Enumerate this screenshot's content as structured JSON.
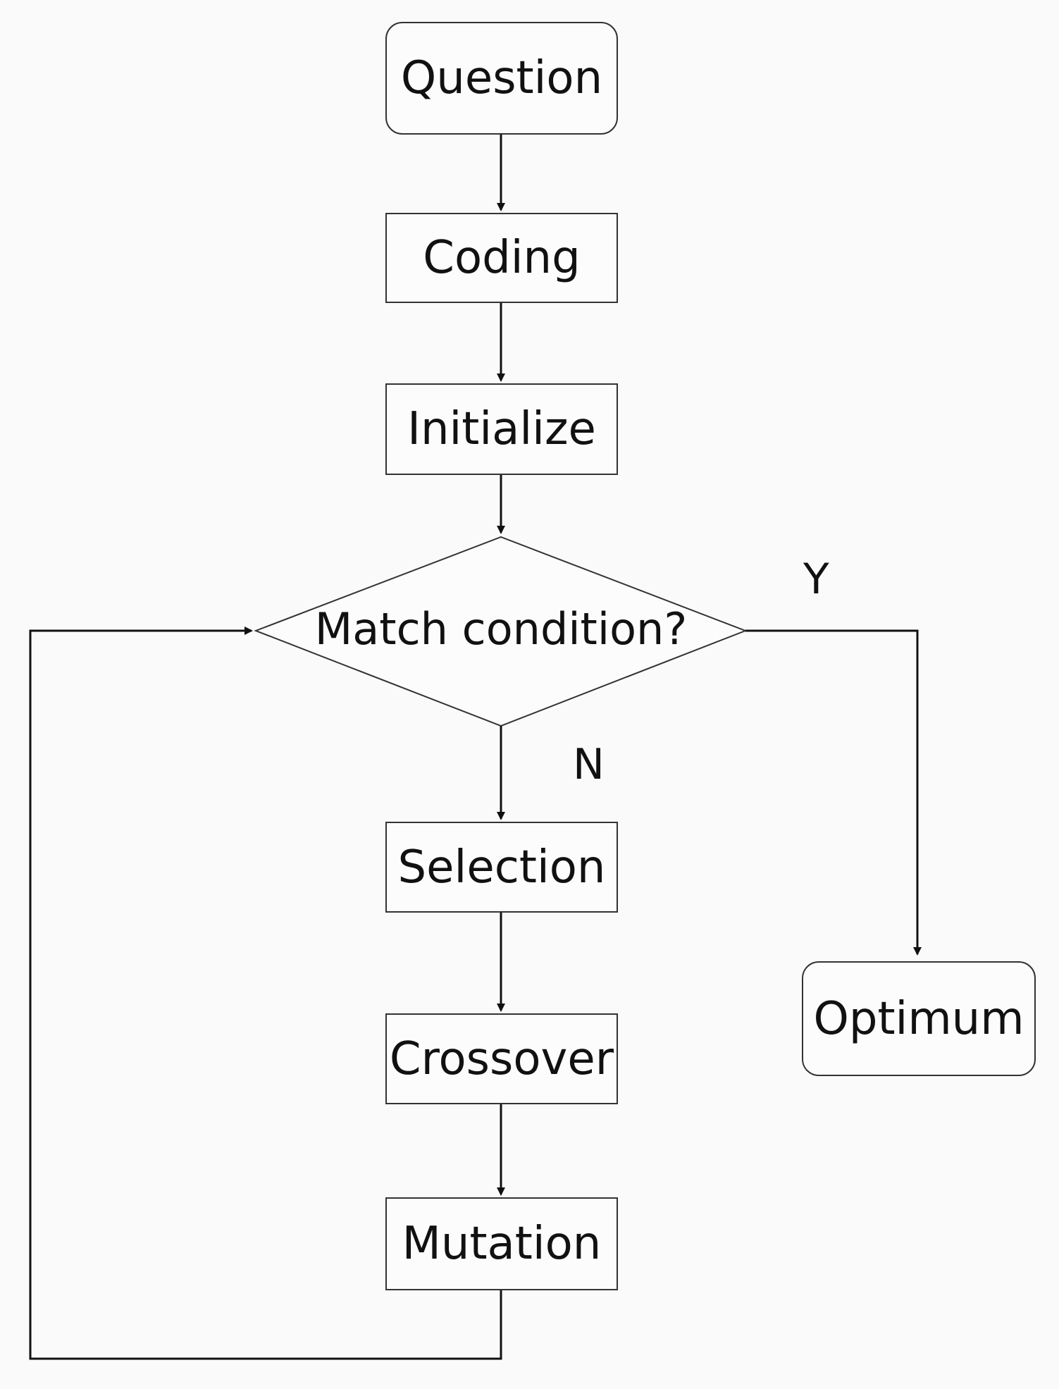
{
  "diagram": {
    "nodes": {
      "question": "Question",
      "coding": "Coding",
      "initialize": "Initialize",
      "decision": "Match condition?",
      "selection": "Selection",
      "crossover": "Crossover",
      "mutation": "Mutation",
      "optimum": "Optimum"
    },
    "edge_labels": {
      "yes": "Y",
      "no": "N"
    }
  }
}
